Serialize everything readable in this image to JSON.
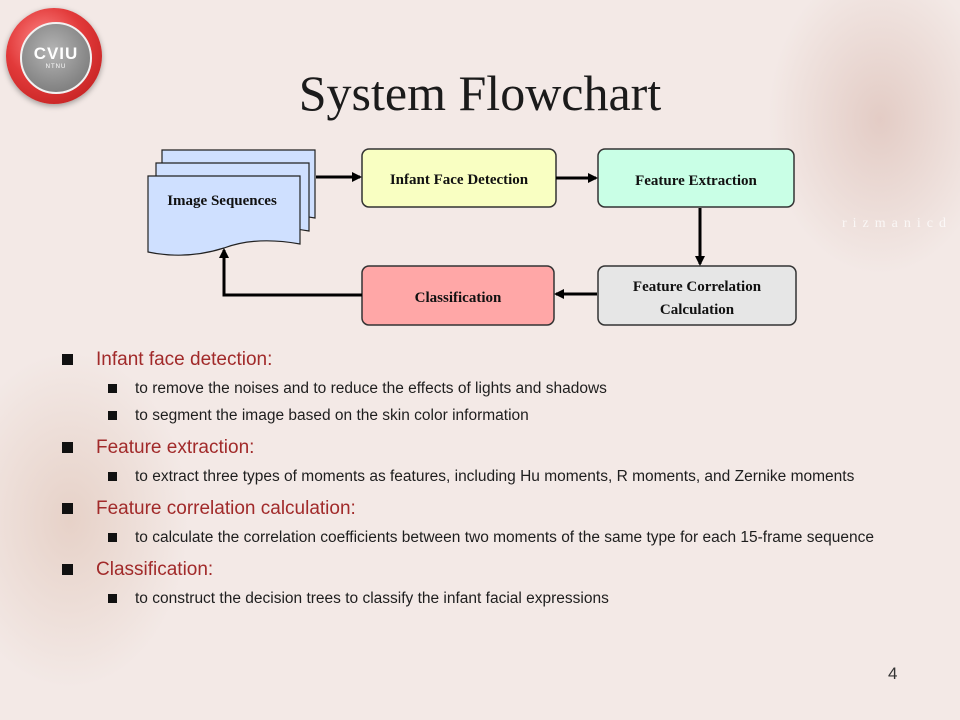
{
  "slide": {
    "title": "System Flowchart",
    "page_number": "4",
    "watermark": "rizmanicd",
    "logo": {
      "text": "CVIU",
      "subtext": "NTNU"
    }
  },
  "flowchart": {
    "nodes": {
      "image_sequences": "Image Sequences",
      "face_detection": "Infant Face Detection",
      "feature_extraction": "Feature Extraction",
      "correlation_line1": "Feature Correlation",
      "correlation_line2": "Calculation",
      "classification": "Classification"
    },
    "colors": {
      "image_sequences": "#cfe0ff",
      "face_detection": "#f9ffc2",
      "feature_extraction": "#c9ffe6",
      "correlation": "#e6e6e6",
      "classification": "#ffa7a7"
    }
  },
  "bullets": [
    {
      "heading": "Infant face detection:",
      "items": [
        "to remove the noises and to reduce the effects of lights and shadows",
        "to segment the image based on the skin color information"
      ]
    },
    {
      "heading": "Feature extraction:",
      "items": [
        "to extract three types of moments as features, including Hu moments, R moments, and Zernike moments"
      ]
    },
    {
      "heading": "Feature correlation calculation:",
      "items": [
        "to calculate the correlation coefficients between two moments of the same type for each 15-frame sequence"
      ]
    },
    {
      "heading": "Classification:",
      "items": [
        "to construct the decision trees to classify the infant facial expressions"
      ]
    }
  ]
}
